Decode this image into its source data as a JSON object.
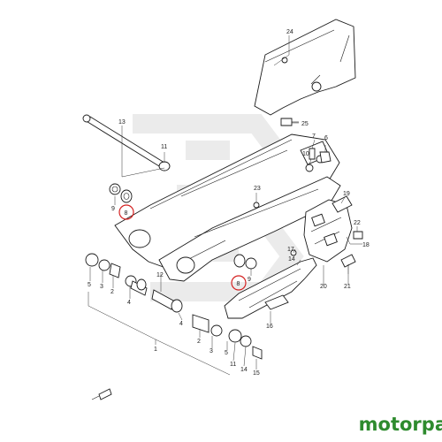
{
  "brand": {
    "text": "motorpa"
  },
  "colors": {
    "highlight": "#d42020",
    "brand": "#2e8b2e",
    "line": "#1a1a1a"
  },
  "highlighted_parts": [
    "8",
    "8"
  ],
  "callouts": {
    "c24": "24",
    "c25": "25",
    "c13": "13",
    "c11": "11",
    "c7": "7",
    "c6": "6",
    "c10": "10",
    "c9a": "9",
    "c8a": "8",
    "c23": "23",
    "c19": "19",
    "c22": "22",
    "c18": "18",
    "c17": "17",
    "c14a": "14",
    "c20": "20",
    "c21": "21",
    "c9b": "9",
    "c8b": "8",
    "c16": "16",
    "c5a": "5",
    "c3a": "3",
    "c2a": "2",
    "c4a": "4",
    "c12": "12",
    "c4b": "4",
    "c2b": "2",
    "c3b": "3",
    "c5b": "5",
    "c1": "1",
    "c11b": "11",
    "c14b": "14",
    "c15": "15"
  }
}
